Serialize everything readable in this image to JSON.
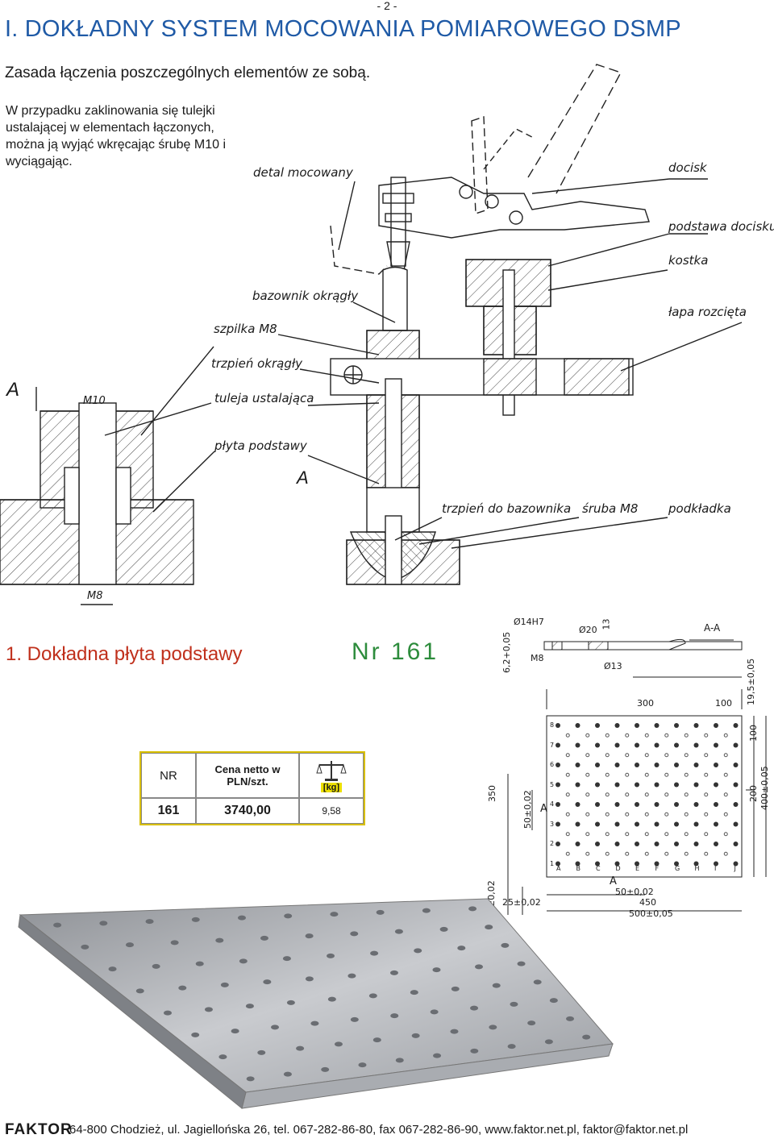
{
  "page_number": "- 2 -",
  "title": "I. DOKŁADNY SYSTEM MOCOWANIA POMIAROWEGO DSMP",
  "subtitle": "Zasada łączenia poszczególnych elementów ze sobą.",
  "note": "W przypadku zaklinowania się tulejki ustalającej w elementach łączonych, można ją wyjąć wkręcając śrubę M10 i wyciągając.",
  "drawing_labels": {
    "detal": "detal mocowany",
    "docisk": "docisk",
    "podstawa_docisku": "podstawa docisku",
    "kostka": "kostka",
    "bazownik": "bazownik okrągły",
    "szpilka": "szpilka M8",
    "lapa": "łapa rozcięta",
    "trzpien": "trzpień okrągły",
    "section_a1": "A",
    "m10": "M10",
    "tuleja": "tuleja ustalająca",
    "plyta": "płyta podstawy",
    "section_a2": "A",
    "trzpien_baz": "trzpień do bazownika",
    "sruba": "śruba M8",
    "podkladka": "podkładka",
    "m8": "M8"
  },
  "section_title": "1. Dokładna płyta podstawy",
  "product_nr": "Nr 161",
  "price_table": {
    "h_nr": "NR",
    "h_price": "Cena netto w PLN/szt.",
    "h_weight": "[kg]",
    "nr": "161",
    "price": "3740,00",
    "weight": "9,58"
  },
  "tech_dims": {
    "d14": "Ø14H7",
    "d20": "Ø20",
    "h13": "13",
    "aa": "A-A",
    "m8": "M8",
    "d13": "Ø13",
    "h62": "6,2+0,05",
    "w300": "300",
    "w100": "100",
    "h195": "19,5±0,05",
    "v100": "100",
    "v350": "350",
    "v50": "50±0,02",
    "a_left": "A",
    "v200": "200",
    "v400": "400±0,05",
    "a_bottom": "A",
    "h25v": "25±0,02",
    "h25h": "25±0,02",
    "h50": "50±0,02",
    "w450": "450",
    "w500": "500±0,05"
  },
  "row_labels": [
    "8",
    "7",
    "6",
    "5",
    "4",
    "3",
    "2",
    "1"
  ],
  "col_labels": [
    "A",
    "B",
    "C",
    "D",
    "E",
    "F",
    "G",
    "H",
    "I",
    "J"
  ],
  "footer": {
    "logo": "FAKTOR",
    "address": "64-800 Chodzież, ul. Jagiellońska 26, tel. 067-282-86-80, fax 067-282-86-90, www.faktor.net.pl, faktor@faktor.net.pl"
  }
}
